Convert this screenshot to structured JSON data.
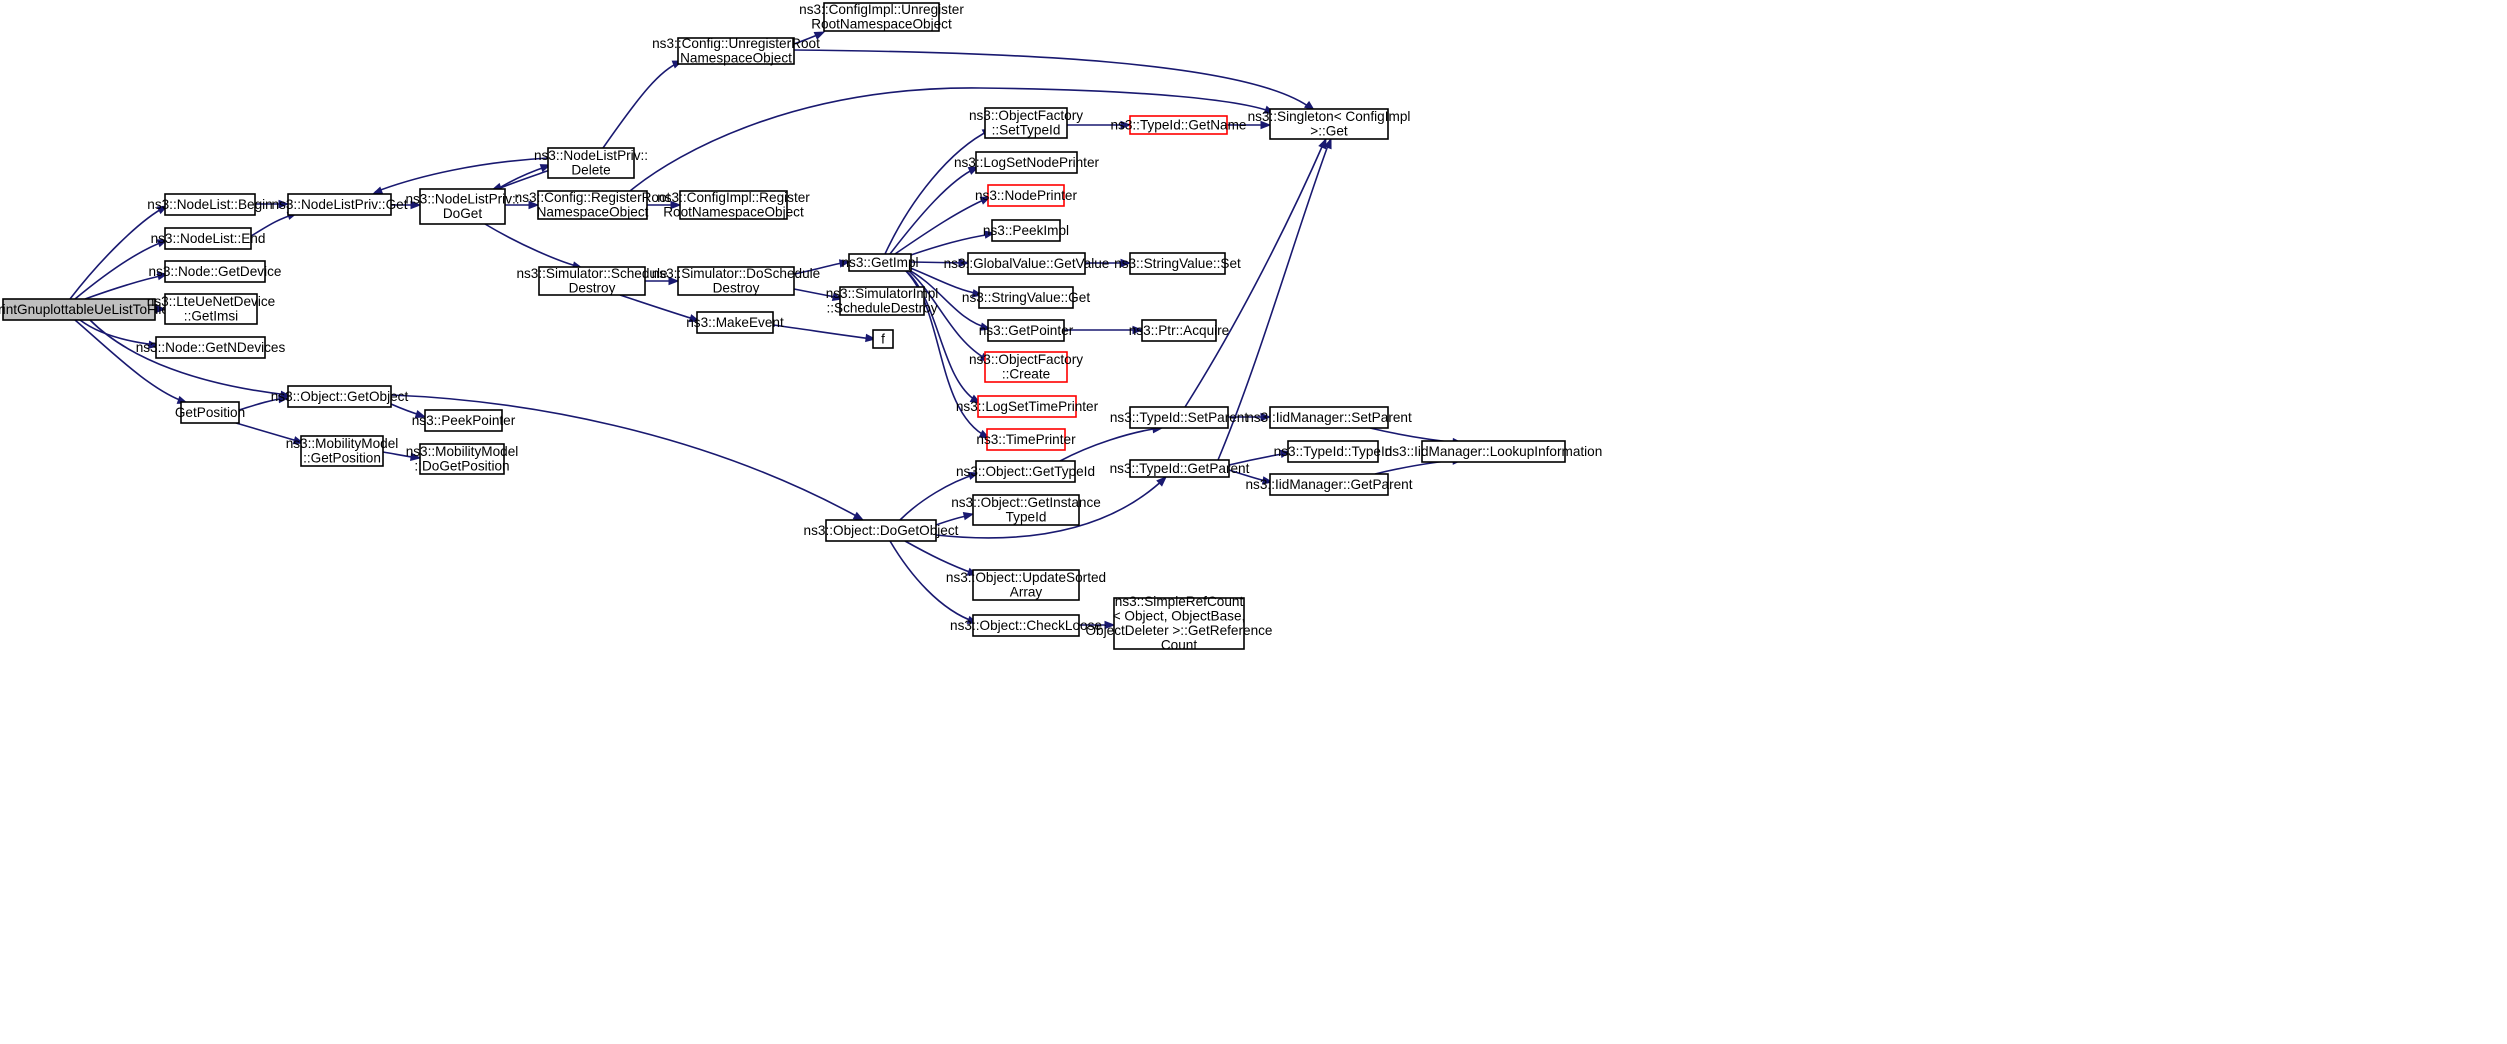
{
  "colors": {
    "edge": "#191970",
    "node_border": "#000000",
    "truncated_border": "#ff0000",
    "current_fill": "#bfbfbf",
    "background": "#ffffff"
  },
  "nodes": [
    {
      "id": "root",
      "lines": [
        "PrintGnuplottableUeListToFile"
      ],
      "current": true
    },
    {
      "id": "nodelist_begin",
      "lines": [
        "ns3::NodeList::Begin"
      ]
    },
    {
      "id": "nodelist_end",
      "lines": [
        "ns3::NodeList::End"
      ]
    },
    {
      "id": "node_getdevice",
      "lines": [
        "ns3::Node::GetDevice"
      ]
    },
    {
      "id": "lteue_getimsi",
      "lines": [
        "ns3::LteUeNetDevice",
        "::GetImsi"
      ]
    },
    {
      "id": "node_getndevices",
      "lines": [
        "ns3::Node::GetNDevices"
      ]
    },
    {
      "id": "getposition",
      "lines": [
        "GetPosition"
      ]
    },
    {
      "id": "nodelistpriv_get",
      "lines": [
        "ns3::NodeListPriv::Get"
      ]
    },
    {
      "id": "object_getobject",
      "lines": [
        "ns3::Object::GetObject"
      ]
    },
    {
      "id": "peekpointer",
      "lines": [
        "ns3::PeekPointer"
      ]
    },
    {
      "id": "mobility_getposition",
      "lines": [
        "ns3::MobilityModel",
        "::GetPosition"
      ]
    },
    {
      "id": "mobility_dogetposition",
      "lines": [
        "ns3::MobilityModel",
        "::DoGetPosition"
      ]
    },
    {
      "id": "nodelistpriv_doget",
      "lines": [
        "ns3::NodeListPriv::",
        "DoGet"
      ]
    },
    {
      "id": "nodelistpriv_delete",
      "lines": [
        "ns3::NodeListPriv::",
        "Delete"
      ]
    },
    {
      "id": "config_unregister",
      "lines": [
        "ns3::Config::UnregisterRoot",
        "NamespaceObject"
      ]
    },
    {
      "id": "configimpl_unregister",
      "lines": [
        "ns3::ConfigImpl::Unregister",
        "RootNamespaceObject"
      ]
    },
    {
      "id": "config_register",
      "lines": [
        "ns3::Config::RegisterRoot",
        "NamespaceObject"
      ]
    },
    {
      "id": "configimpl_register",
      "lines": [
        "ns3::ConfigImpl::Register",
        "RootNamespaceObject"
      ]
    },
    {
      "id": "sim_scheduledestroy",
      "lines": [
        "ns3::Simulator::Schedule",
        "Destroy"
      ]
    },
    {
      "id": "sim_doscheduledestroy",
      "lines": [
        "ns3::Simulator::DoSchedule",
        "Destroy"
      ]
    },
    {
      "id": "makeevent",
      "lines": [
        "ns3::MakeEvent"
      ]
    },
    {
      "id": "simimpl_scheduledestroy",
      "lines": [
        "ns3::SimulatorImpl",
        "::ScheduleDestroy"
      ]
    },
    {
      "id": "f",
      "lines": [
        "f"
      ]
    },
    {
      "id": "getimpl",
      "lines": [
        "ns3::GetImpl"
      ]
    },
    {
      "id": "objfactory_settypeid",
      "lines": [
        "ns3::ObjectFactory",
        "::SetTypeId"
      ]
    },
    {
      "id": "logsetnodeprinter",
      "lines": [
        "ns3::LogSetNodePrinter"
      ]
    },
    {
      "id": "nodeprinter",
      "lines": [
        "ns3::NodePrinter"
      ],
      "truncated": true
    },
    {
      "id": "peekimpl",
      "lines": [
        "ns3::PeekImpl"
      ]
    },
    {
      "id": "globalvalue_getvalue",
      "lines": [
        "ns3::GlobalValue::GetValue"
      ]
    },
    {
      "id": "stringvalue_get",
      "lines": [
        "ns3::StringValue::Get"
      ]
    },
    {
      "id": "getpointer",
      "lines": [
        "ns3::GetPointer"
      ]
    },
    {
      "id": "objfactory_create",
      "lines": [
        "ns3::ObjectFactory",
        "::Create"
      ],
      "truncated": true
    },
    {
      "id": "logsettimeprinter",
      "lines": [
        "ns3::LogSetTimePrinter"
      ],
      "truncated": true
    },
    {
      "id": "timeprinter",
      "lines": [
        "ns3::TimePrinter"
      ],
      "truncated": true
    },
    {
      "id": "typeid_getname",
      "lines": [
        "ns3::TypeId::GetName"
      ],
      "truncated": true
    },
    {
      "id": "singleton_get",
      "lines": [
        "ns3::Singleton< ConfigImpl",
        " >::Get"
      ]
    },
    {
      "id": "stringvalue_set",
      "lines": [
        "ns3::StringValue::Set"
      ]
    },
    {
      "id": "ptr_acquire",
      "lines": [
        "ns3::Ptr::Acquire"
      ]
    },
    {
      "id": "object_dogetobject",
      "lines": [
        "ns3::Object::DoGetObject"
      ]
    },
    {
      "id": "object_gettypeid",
      "lines": [
        "ns3::Object::GetTypeId"
      ]
    },
    {
      "id": "object_getinstancetypeid",
      "lines": [
        "ns3::Object::GetInstance",
        "TypeId"
      ]
    },
    {
      "id": "object_updatesortedarray",
      "lines": [
        "ns3::Object::UpdateSorted",
        "Array"
      ]
    },
    {
      "id": "object_checkloose",
      "lines": [
        "ns3::Object::CheckLoose"
      ]
    },
    {
      "id": "simplerefcount",
      "lines": [
        "ns3::SimpleRefCount",
        "< Object, ObjectBase,",
        " ObjectDeleter >::GetReference",
        "Count"
      ]
    },
    {
      "id": "typeid_setparent",
      "lines": [
        "ns3::TypeId::SetParent"
      ]
    },
    {
      "id": "typeid_getparent",
      "lines": [
        "ns3::TypeId::GetParent"
      ]
    },
    {
      "id": "iidmanager_setparent",
      "lines": [
        "ns3::IidManager::SetParent"
      ]
    },
    {
      "id": "iidmanager_getparent",
      "lines": [
        "ns3::IidManager::GetParent"
      ]
    },
    {
      "id": "typeid_typeid",
      "lines": [
        "ns3::TypeId::TypeId"
      ]
    },
    {
      "id": "iidmanager_lookupinformation",
      "lines": [
        "ns3::IidManager::LookupInformation"
      ]
    }
  ],
  "edges": [
    [
      "root",
      "nodelist_begin"
    ],
    [
      "root",
      "nodelist_end"
    ],
    [
      "root",
      "node_getdevice"
    ],
    [
      "root",
      "lteue_getimsi"
    ],
    [
      "root",
      "node_getndevices"
    ],
    [
      "root",
      "object_getobject"
    ],
    [
      "root",
      "getposition"
    ],
    [
      "nodelist_begin",
      "nodelistpriv_get"
    ],
    [
      "nodelist_end",
      "nodelistpriv_get"
    ],
    [
      "nodelistpriv_get",
      "nodelistpriv_doget"
    ],
    [
      "nodelistpriv_doget",
      "nodelistpriv_delete"
    ],
    [
      "nodelistpriv_doget",
      "config_register"
    ],
    [
      "nodelistpriv_doget",
      "sim_scheduledestroy"
    ],
    [
      "nodelistpriv_delete",
      "nodelistpriv_get"
    ],
    [
      "nodelistpriv_delete",
      "nodelistpriv_doget"
    ],
    [
      "nodelistpriv_delete",
      "config_unregister"
    ],
    [
      "config_unregister",
      "configimpl_unregister"
    ],
    [
      "config_unregister",
      "singleton_get"
    ],
    [
      "config_register",
      "configimpl_register"
    ],
    [
      "config_register",
      "singleton_get"
    ],
    [
      "sim_scheduledestroy",
      "sim_doscheduledestroy"
    ],
    [
      "sim_scheduledestroy",
      "makeevent"
    ],
    [
      "sim_doscheduledestroy",
      "getimpl"
    ],
    [
      "sim_doscheduledestroy",
      "simimpl_scheduledestroy"
    ],
    [
      "makeevent",
      "f"
    ],
    [
      "getimpl",
      "objfactory_settypeid"
    ],
    [
      "getimpl",
      "logsetnodeprinter"
    ],
    [
      "getimpl",
      "nodeprinter"
    ],
    [
      "getimpl",
      "peekimpl"
    ],
    [
      "getimpl",
      "globalvalue_getvalue"
    ],
    [
      "getimpl",
      "stringvalue_get"
    ],
    [
      "getimpl",
      "getpointer"
    ],
    [
      "getimpl",
      "objfactory_create"
    ],
    [
      "getimpl",
      "logsettimeprinter"
    ],
    [
      "getimpl",
      "timeprinter"
    ],
    [
      "objfactory_settypeid",
      "typeid_getname"
    ],
    [
      "typeid_getname",
      "singleton_get"
    ],
    [
      "globalvalue_getvalue",
      "stringvalue_set"
    ],
    [
      "getpointer",
      "ptr_acquire"
    ],
    [
      "getposition",
      "object_getobject"
    ],
    [
      "getposition",
      "mobility_getposition"
    ],
    [
      "object_getobject",
      "peekpointer"
    ],
    [
      "object_getobject",
      "object_dogetobject"
    ],
    [
      "mobility_getposition",
      "mobility_dogetposition"
    ],
    [
      "object_dogetobject",
      "object_gettypeid"
    ],
    [
      "object_dogetobject",
      "object_getinstancetypeid"
    ],
    [
      "object_dogetobject",
      "typeid_getparent"
    ],
    [
      "object_dogetobject",
      "object_updatesortedarray"
    ],
    [
      "object_dogetobject",
      "object_checkloose"
    ],
    [
      "object_gettypeid",
      "typeid_setparent"
    ],
    [
      "object_checkloose",
      "simplerefcount"
    ],
    [
      "typeid_setparent",
      "iidmanager_setparent"
    ],
    [
      "typeid_setparent",
      "singleton_get"
    ],
    [
      "typeid_getparent",
      "typeid_typeid"
    ],
    [
      "typeid_getparent",
      "iidmanager_getparent"
    ],
    [
      "typeid_getparent",
      "singleton_get"
    ],
    [
      "iidmanager_setparent",
      "iidmanager_lookupinformation"
    ],
    [
      "iidmanager_getparent",
      "iidmanager_lookupinformation"
    ]
  ]
}
